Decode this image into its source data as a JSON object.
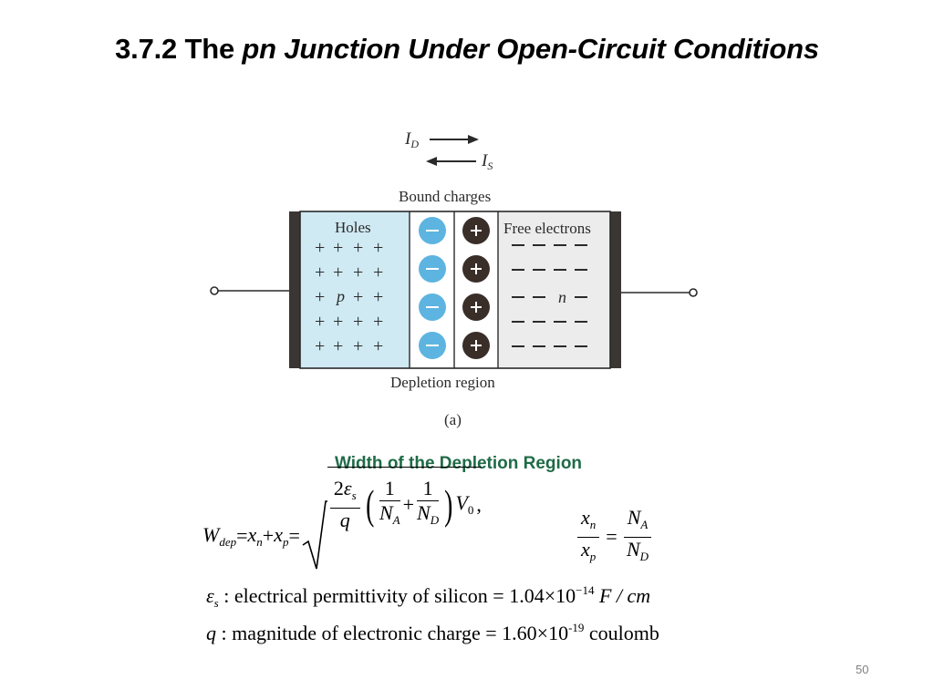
{
  "slide": {
    "title_prefix": "3.7.2 The ",
    "title_italic": "pn Junction Under Open-Circuit Conditions",
    "page_number": "50"
  },
  "diagram": {
    "current_diffusion": "I",
    "current_diffusion_sub": "D",
    "current_saturation": "I",
    "current_saturation_sub": "S",
    "bound_charges_label": "Bound charges",
    "holes_label": "Holes",
    "free_electrons_label": "Free electrons",
    "p_label": "p",
    "n_label": "n",
    "depletion_label": "Depletion region",
    "caption": "(a)",
    "colors": {
      "p_region": "#cfeaf3",
      "n_region": "#ececec",
      "negative_ion": "#5db4e0",
      "positive_ion": "#3a2e28",
      "end_plates": "#3a3633"
    }
  },
  "section": {
    "subtitle": "Width of the Depletion Region"
  },
  "equations": {
    "wdep": {
      "lhs": "W",
      "lhs_sub": "dep",
      "eq1": " = ",
      "xn": "x",
      "xn_sub": "n",
      "plus": " + ",
      "xp": "x",
      "xp_sub": "p",
      "eq2": " = ",
      "num_2": "2",
      "eps": "ε",
      "eps_sub": "s",
      "den_q": "q",
      "one_a": "1",
      "na": "N",
      "na_sub": "A",
      "plus2": "+",
      "one_b": "1",
      "nd": "N",
      "nd_sub": "D",
      "v": "V",
      "v_sub": "0",
      "comma": ","
    },
    "ratio": {
      "xn": "x",
      "xn_sub": "n",
      "xp": "x",
      "xp_sub": "p",
      "eq": "=",
      "na": "N",
      "na_sub": "A",
      "nd": "N",
      "nd_sub": "D"
    },
    "permittivity": {
      "symbol": "ε",
      "symbol_sub": "s",
      "text": " : electrical permittivity of silicon = 1.04×10",
      "exp": "−14",
      "unit": " F / cm"
    },
    "charge": {
      "symbol": "q",
      "text": " : magnitude of electronic charge = 1.60×10",
      "exp": "-19",
      "unit": " coulomb"
    }
  }
}
